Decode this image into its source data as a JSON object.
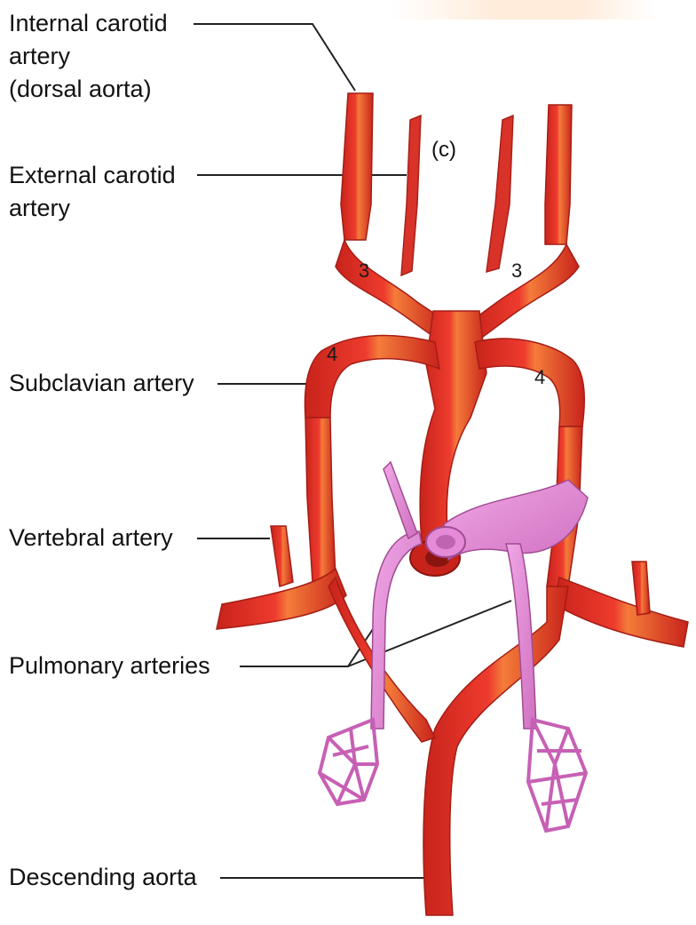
{
  "panel_label": "(c)",
  "labels": {
    "internal_carotid": [
      "Internal carotid",
      "artery",
      "(dorsal aorta)"
    ],
    "external_carotid": [
      "External carotid",
      "artery"
    ],
    "subclavian": "Subclavian artery",
    "vertebral": "Vertebral artery",
    "pulmonary": "Pulmonary arteries",
    "descending_aorta": "Descending aorta"
  },
  "arch_numbers": {
    "left_3": "3",
    "right_3": "3",
    "left_4": "4",
    "right_4": "4"
  },
  "colors": {
    "artery": "#e8332a",
    "artery_dark": "#b81f17",
    "artery_highlight": "#f7a04a",
    "pulmonary": "#e48ad6",
    "pulmonary_dark": "#b0509f",
    "leader_line": "#222222"
  }
}
